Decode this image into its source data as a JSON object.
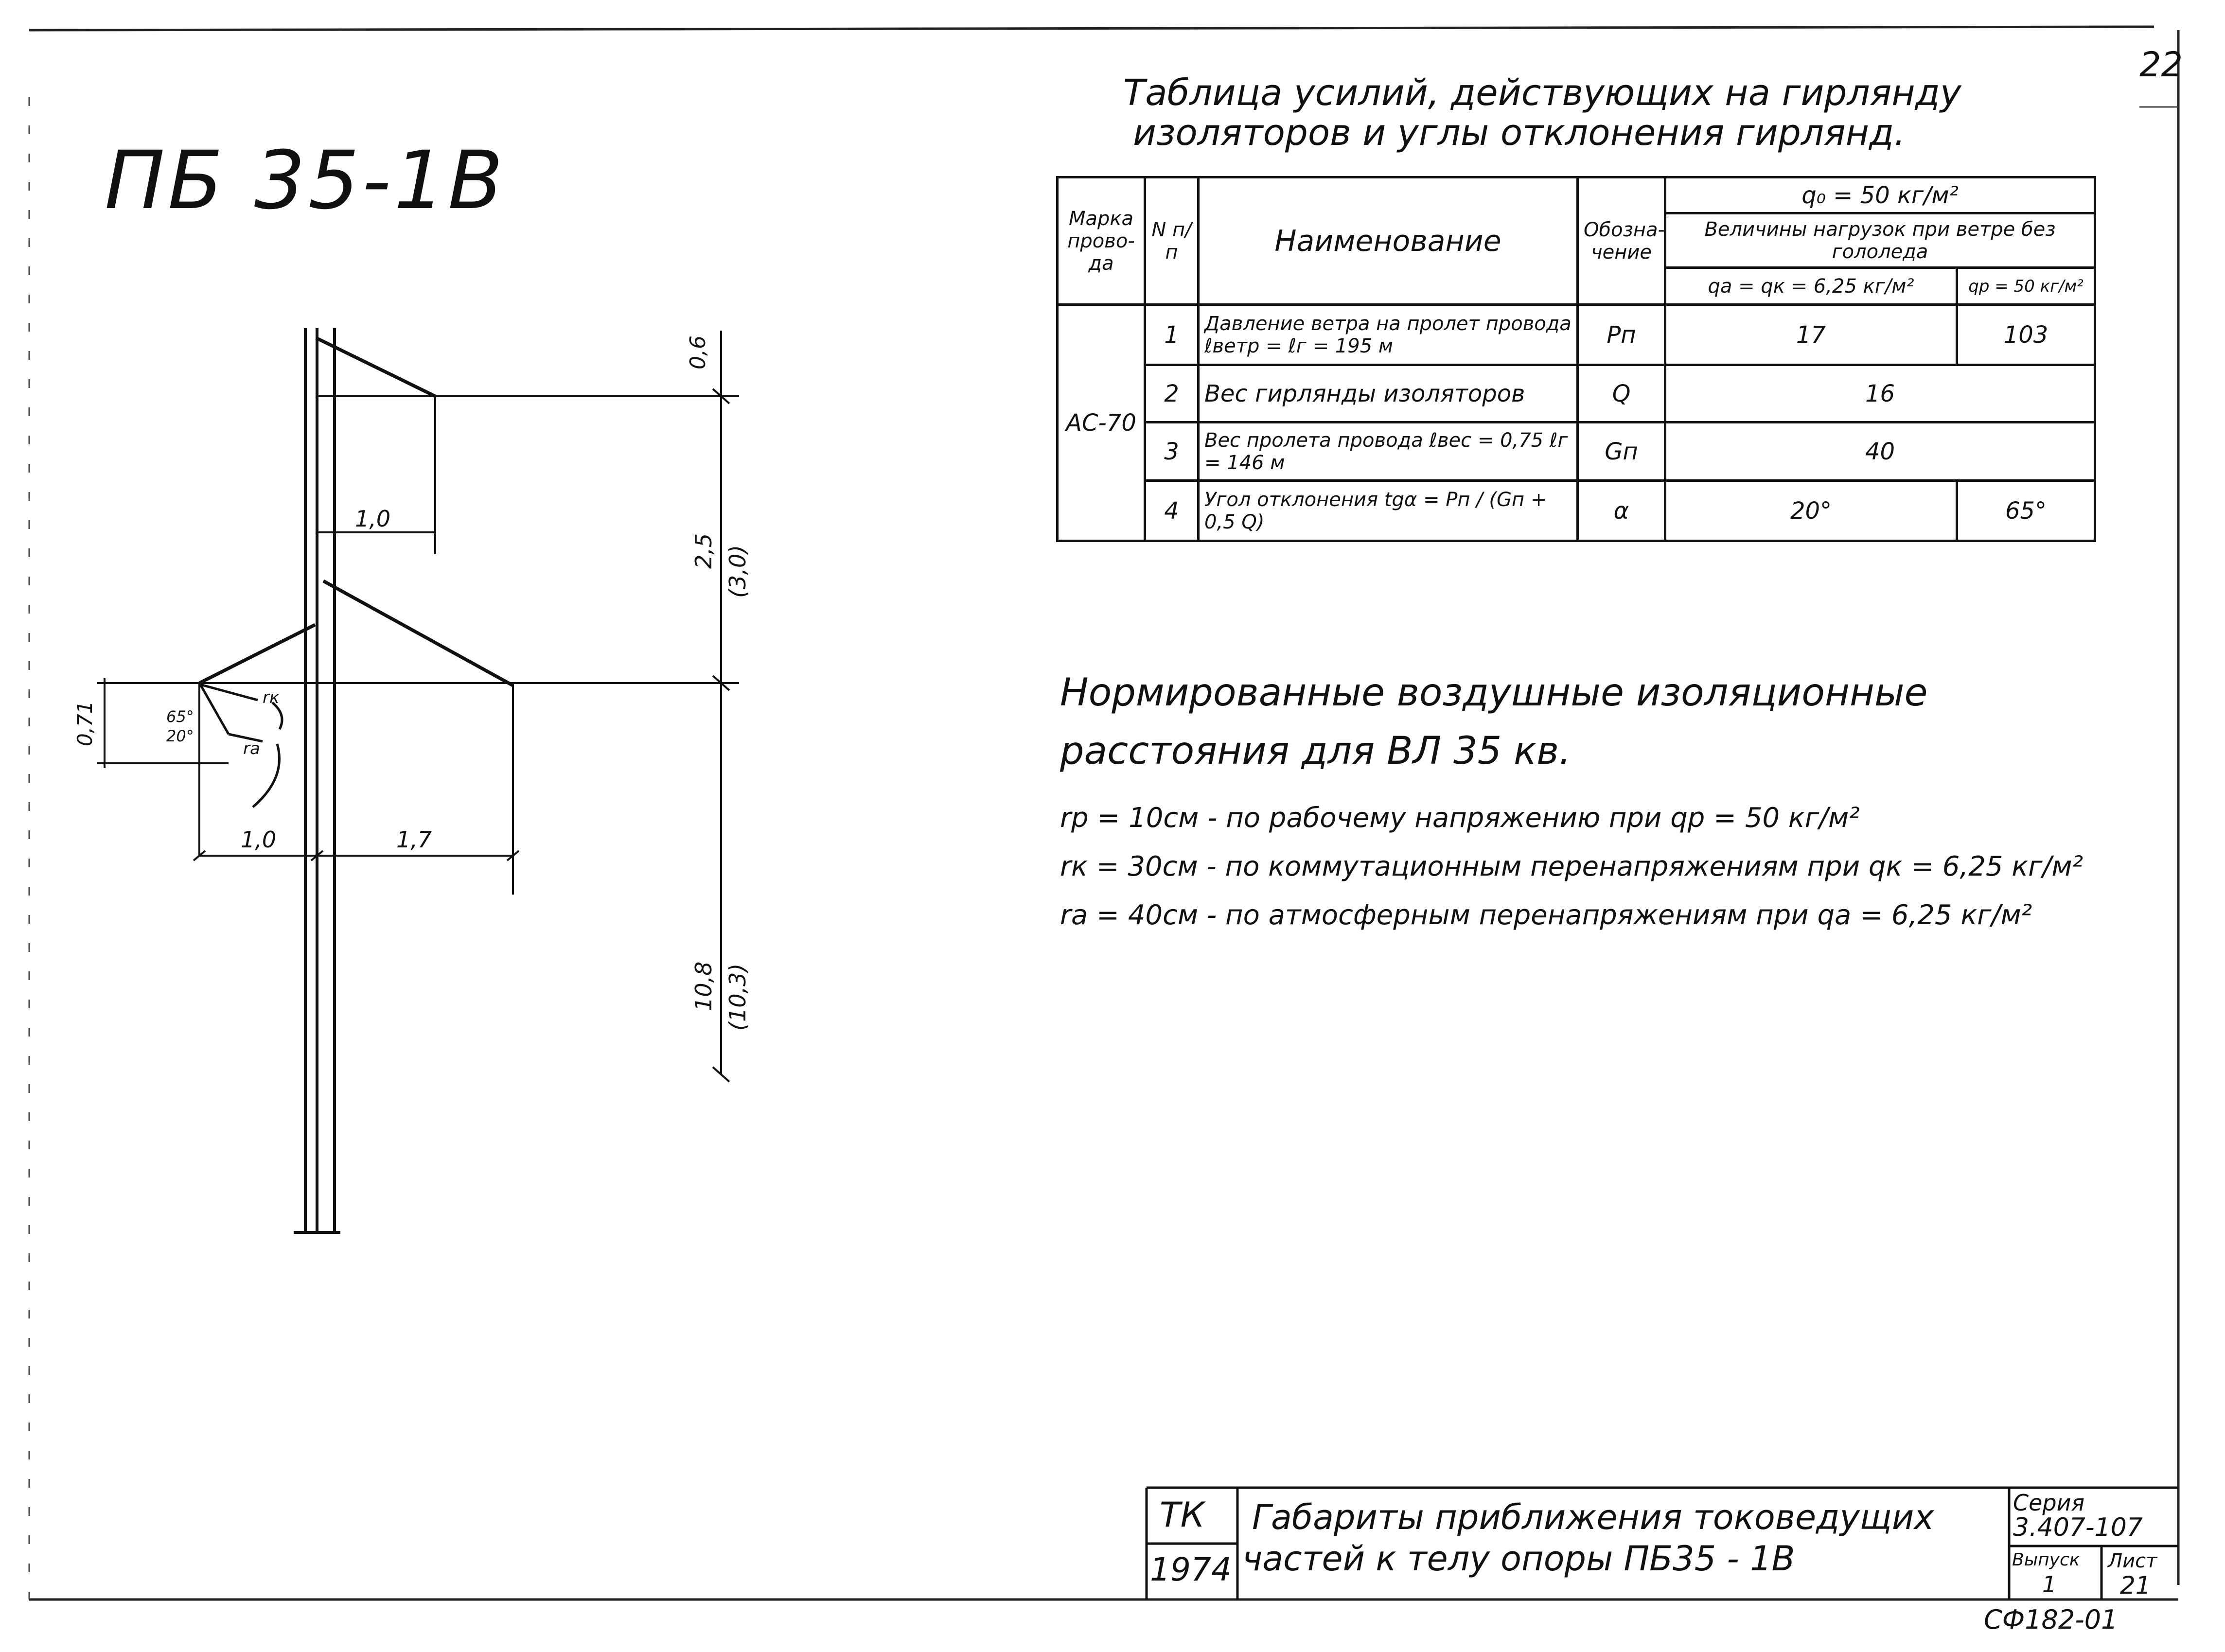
{
  "sheet": {
    "page_number": "22",
    "drawing_code": "ПБ 35-1В",
    "stamp": "СФ182-01"
  },
  "table_title": {
    "line1": "Таблица усилий, действующих на гирлянду",
    "line2": "изоляторов и углы отклонения гирлянд."
  },
  "force_table": {
    "headers": {
      "wire": "Марка прово-да",
      "num": "N п/п",
      "name": "Наименование",
      "symbol": "Обозна-чение",
      "q0": "q₀ = 50 кг/м²",
      "loads": "Величины нагрузок при ветре без гололеда",
      "col_qa": "qa = qк = 6,25 кг/м²",
      "col_qp": "qp = 50 кг/м²"
    },
    "wire_mark": "АС-70",
    "rows": [
      {
        "n": "1",
        "name": "Давление ветра на пролет провода ℓветр = ℓг = 195 м",
        "symbol": "Pп",
        "v1": "17",
        "v2": "103"
      },
      {
        "n": "2",
        "name": "Вес гирлянды изоляторов",
        "symbol": "Q",
        "v": "16"
      },
      {
        "n": "3",
        "name": "Вес пролета провода ℓвес = 0,75 ℓг = 146 м",
        "symbol": "Gп",
        "v": "40"
      },
      {
        "n": "4",
        "name": "Угол отклонения tgα = Pп / (Gп + 0,5 Q)",
        "symbol": "α",
        "v1": "20°",
        "v2": "65°"
      }
    ]
  },
  "clearances": {
    "heading1": "Нормированные воздушные изоляционные",
    "heading2": "расстояния для ВЛ 35 кв.",
    "items": [
      "rp = 10см - по рабочему напряжению при qp = 50 кг/м²",
      "rк = 30см - по коммутационным перенапряжениям при qк = 6,25 кг/м²",
      "ra = 40см - по атмосферным перенапряжениям при qa = 6,25 кг/м²"
    ]
  },
  "drawing_dims": {
    "d_06": "0,6",
    "d_10_top": "1,0",
    "d_25": "2,5",
    "d_30": "(3,0)",
    "d_071": "0,71",
    "angle_65": "65°",
    "angle_20": "20°",
    "r_label1": "rк",
    "r_label2": "ra",
    "d_10_bottom": "1,0",
    "d_17": "1,7",
    "d_108": "10,8",
    "d_103": "(10,3)"
  },
  "title_block": {
    "org": "ТК",
    "year": "1974",
    "title_line1": "Габариты приближения токоведущих",
    "title_line2": "частей к телу опоры ПБ35 - 1В",
    "series_label": "Серия",
    "series_value": "3.407-107",
    "issue_label": "Выпуск",
    "issue_value": "1",
    "sheet_label": "Лист",
    "sheet_value": "21"
  }
}
